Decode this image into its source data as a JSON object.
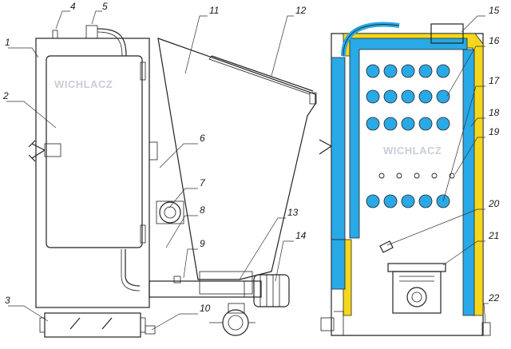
{
  "brand_left": "WICHLACZ",
  "brand_right": "WICHLACZ",
  "callouts": [
    "1",
    "2",
    "3",
    "4",
    "5",
    "6",
    "7",
    "8",
    "9",
    "10",
    "11",
    "12",
    "13",
    "14",
    "15",
    "16",
    "17",
    "18",
    "19",
    "20",
    "21",
    "22"
  ],
  "colors": {
    "water": "#29a9e6",
    "insulation": "#f4d71c",
    "line": "#222222"
  }
}
